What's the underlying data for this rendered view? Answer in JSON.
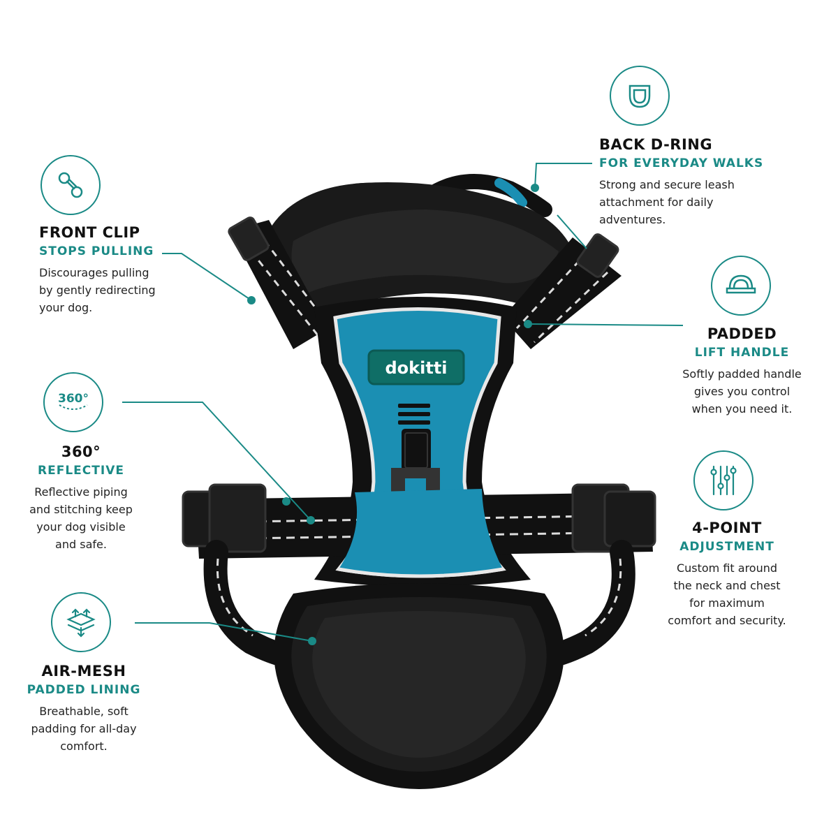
{
  "brand": {
    "name": "dokitti"
  },
  "colors": {
    "accent": "#1a8a86",
    "harness_blue": "#1b8fb3",
    "harness_black": "#111111"
  },
  "features": {
    "front_clip": {
      "icon": "clip-icon",
      "title": "FRONT CLIP",
      "subtitle": "STOPS PULLING",
      "desc": [
        "Discourages pulling",
        "by gently redirecting",
        "your dog."
      ]
    },
    "reflective": {
      "icon": "360-icon",
      "icon_text": "360°",
      "title": "360°",
      "subtitle": "REFLECTIVE",
      "desc": [
        "Reflective piping",
        "and stitching keep",
        "your dog visible",
        "and safe."
      ]
    },
    "air_mesh": {
      "icon": "mesh-icon",
      "title": "AIR-MESH",
      "subtitle": "PADDED LINING",
      "desc": [
        "Breathable, soft",
        "padding for all-day",
        "comfort."
      ]
    },
    "back_dring": {
      "icon": "d-ring-icon",
      "title": "BACK D-RING",
      "subtitle": "FOR EVERYDAY WALKS",
      "desc": [
        "Strong and secure leash",
        "attachment for daily",
        "adventures."
      ]
    },
    "lift_handle": {
      "icon": "handle-icon",
      "title": "PADDED",
      "subtitle": "LIFT HANDLE",
      "desc": [
        "Softly padded handle",
        "gives you control",
        "when you need it."
      ]
    },
    "adjustment": {
      "icon": "adjust-icon",
      "title": "4-POINT",
      "subtitle": "ADJUSTMENT",
      "desc": [
        "Custom fit around",
        "the neck and chest",
        "for maximum",
        "comfort and security."
      ]
    }
  }
}
